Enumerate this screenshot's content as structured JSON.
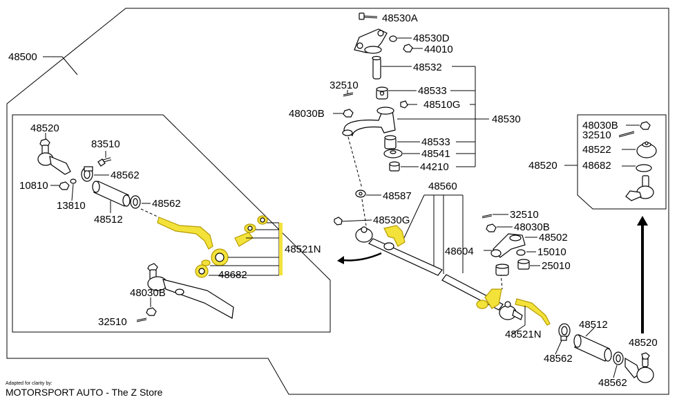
{
  "diagram": {
    "assembly_label": "48500",
    "labels": {
      "l48530A": "48530A",
      "l48530D": "48530D",
      "l44010": "44010",
      "l48532": "48532",
      "l32510_top": "32510",
      "l48533_a": "48533",
      "l48510G": "48510G",
      "l48030B_top": "48030B",
      "l48530": "48530",
      "l48533_b": "48533",
      "l48541": "48541",
      "l44210": "44210",
      "l48587": "48587",
      "l48560": "48560",
      "l48530G": "48530G",
      "l32510_mid": "32510",
      "l48030B_mid": "48030B",
      "l48502": "48502",
      "l48604": "48604",
      "l15010": "15010",
      "l25010": "25010",
      "l48521N_main": "48521N",
      "l48512_main": "48512",
      "l48562_main_a": "48562",
      "l48562_main_b": "48562",
      "l48520_main": "48520",
      "l48520_left": "48520",
      "l83510": "83510",
      "l48562_left_a": "48562",
      "l10810": "10810",
      "l13810": "13810",
      "l48562_left_b": "48562",
      "l48512_left": "48512",
      "l48521N_left": "48521N",
      "l48682_left": "48682",
      "l48030B_left": "48030B",
      "l32510_left": "32510",
      "l48030B_right": "48030B",
      "l32510_right": "32510",
      "l48522": "48522",
      "l48682_right": "48682",
      "l48520_right": "48520"
    },
    "credit": {
      "small": "Adapted for clarity by:",
      "big": "MOTORSPORT AUTO - The Z Store"
    },
    "colors": {
      "highlight": "#f3e23a",
      "line": "#000000",
      "background": "#ffffff"
    }
  }
}
